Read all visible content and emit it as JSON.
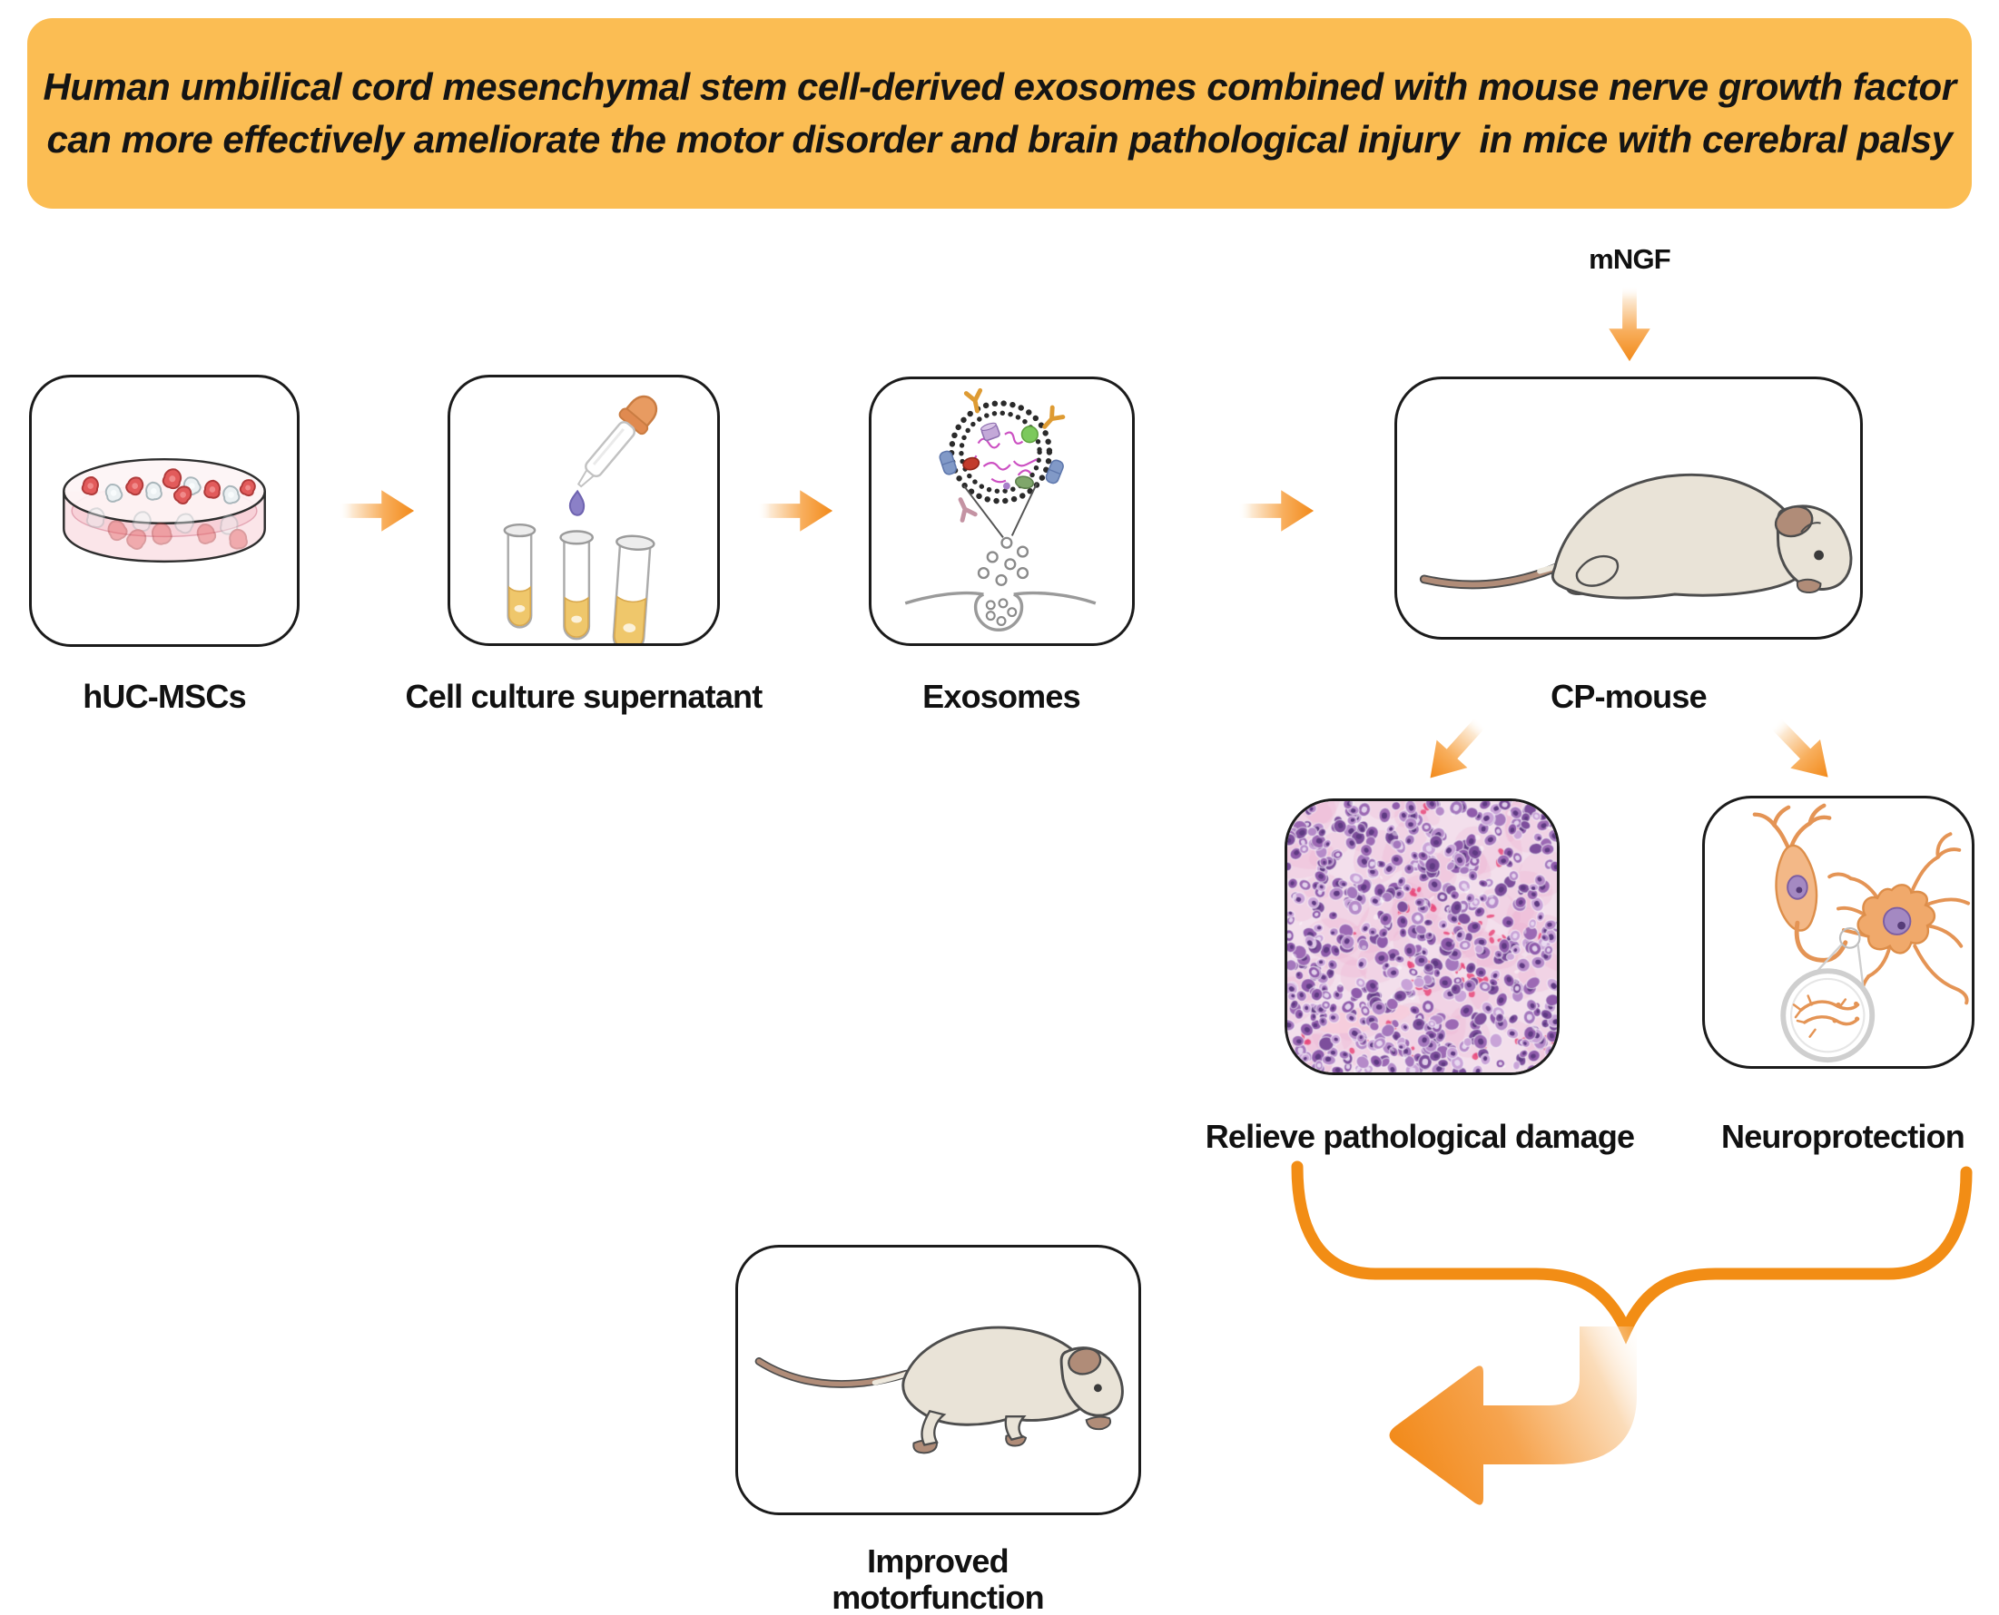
{
  "banner": {
    "line1": "Human umbilical cord mesenchymal stem cell-derived exosomes combined with mouse nerve growth factor",
    "line2": "can more effectively ameliorate the motor disorder and brain pathological injury  in mice with cerebral palsy",
    "bg": "#FBBD53",
    "text_color": "#141414"
  },
  "flow": {
    "mngf_label": "mNGF",
    "nodes": [
      {
        "id": "huc_mscs",
        "label": "hUC-MSCs",
        "icon": "petri-dish-icon"
      },
      {
        "id": "supernatant",
        "label": "Cell culture supernatant",
        "icon": "dropper-test-tubes-icon"
      },
      {
        "id": "exosomes",
        "label": "Exosomes",
        "icon": "exosome-vesicle-icon"
      },
      {
        "id": "cp_mouse",
        "label": "CP-mouse",
        "icon": "lying-mouse-icon"
      }
    ],
    "outcomes": [
      {
        "id": "pathology",
        "label": "Relieve pathological damage",
        "icon": "he-histology-image"
      },
      {
        "id": "neuro",
        "label": "Neuroprotection",
        "icon": "neurons-icon"
      }
    ],
    "result": {
      "label_line1": "Improved",
      "label_line2": "motorfunction",
      "icon": "walking-mouse-icon"
    }
  },
  "icons": [
    "petri-dish-icon",
    "dropper-test-tubes-icon",
    "exosome-vesicle-icon",
    "lying-mouse-icon",
    "he-histology-image",
    "neurons-icon",
    "walking-mouse-icon",
    "flow-arrow-icon",
    "mngf-arrow-icon",
    "diag-arrow-icon",
    "combine-brace",
    "curved-result-arrow-icon"
  ],
  "colors": {
    "banner_bg": "#FBBD53",
    "arrow_orange": "#F28A1A",
    "arrow_light": "#FCE7CC",
    "brace_orange": "#F28D15",
    "box_border": "#1B1B1B",
    "label_text": "#111111",
    "mouse_body": "#E9E3D7",
    "mouse_brown": "#B08C78",
    "neuron_orange": "#F0A96B",
    "nucleus_purple": "#A489C2",
    "histology_bg": "#F3DFEC"
  }
}
